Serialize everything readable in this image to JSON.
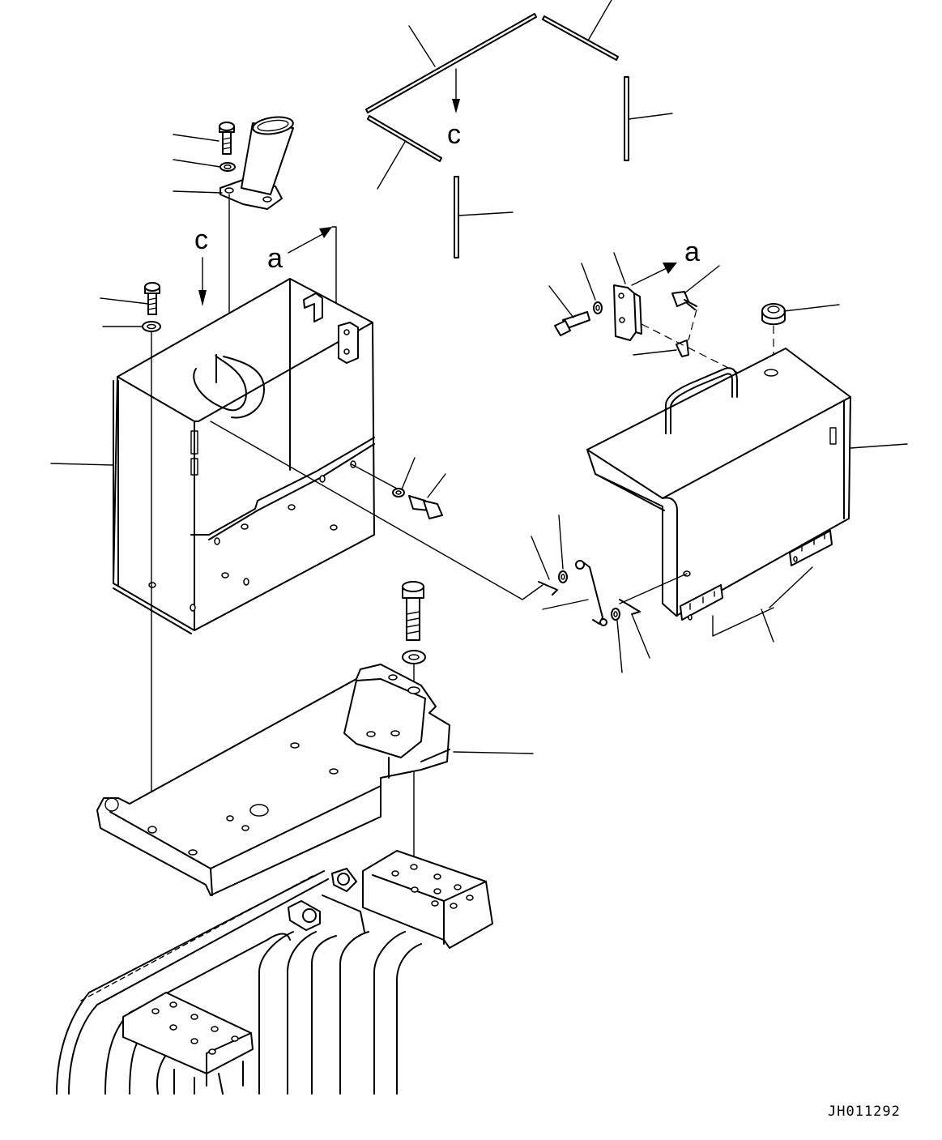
{
  "view_labels": {
    "a": "a",
    "c": "c"
  },
  "drawing_code": "JH011292"
}
